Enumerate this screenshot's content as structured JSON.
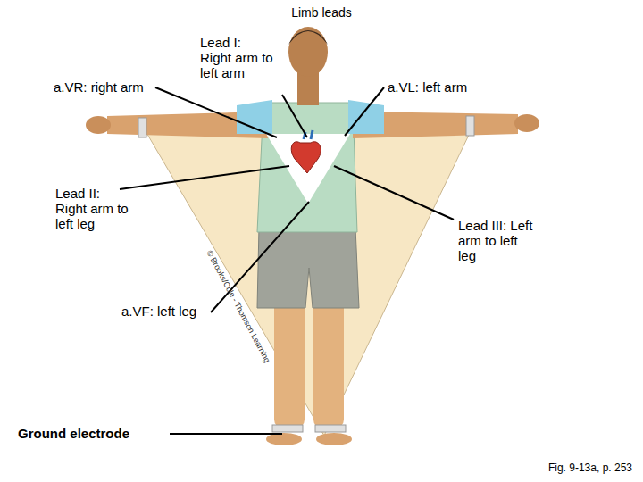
{
  "diagram": {
    "title": "Limb leads",
    "caption": "Fig. 9-13a, p. 253",
    "labels": [
      "a.VR: right arm",
      "Lead I: Right arm to left arm",
      "a.VL: left arm",
      "Lead II: Right arm to left leg",
      "Lead III: Left arm to left leg",
      "a.VF: left leg",
      "Ground electrode",
      "© Brooks/Cole - Thomson Learning"
    ]
  }
}
